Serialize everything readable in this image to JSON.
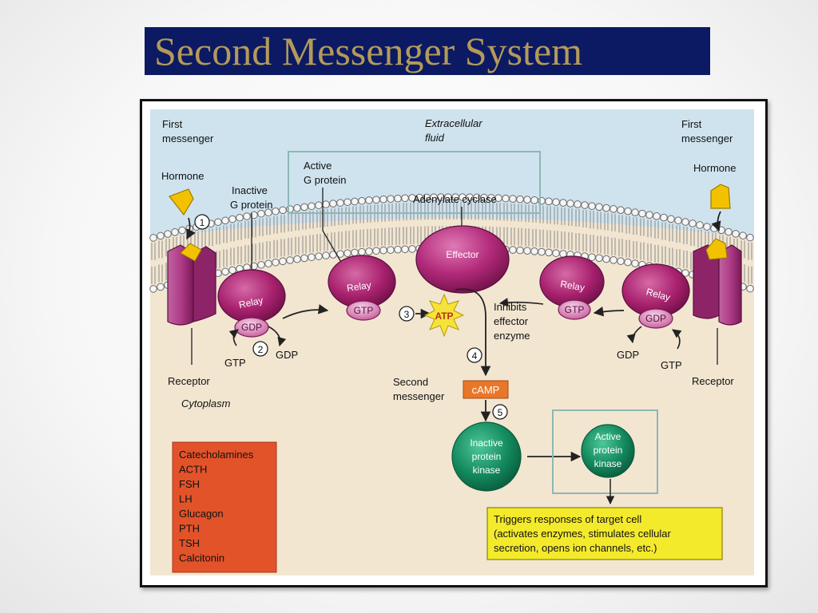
{
  "slide": {
    "title": "Second Messenger System"
  },
  "diagram": {
    "labels": {
      "first_messenger_left_1": "First",
      "first_messenger_left_2": "messenger",
      "first_messenger_right_1": "First",
      "first_messenger_right_2": "messenger",
      "extracellular_1": "Extracellular",
      "extracellular_2": "fluid",
      "hormone_left": "Hormone",
      "hormone_right": "Hormone",
      "inactive_g_1": "Inactive",
      "inactive_g_2": "G protein",
      "active_g_1": "Active",
      "active_g_2": "G protein",
      "adenylate_cyclase": "Adenylate cyclase",
      "effector": "Effector",
      "relay": "Relay",
      "gdp": "GDP",
      "gtp": "GTP",
      "atp": "ATP",
      "inhibits_1": "Inhibits",
      "inhibits_2": "effector",
      "inhibits_3": "enzyme",
      "receptor_left": "Receptor",
      "receptor_right": "Receptor",
      "cytoplasm": "Cytoplasm",
      "second_messenger_1": "Second",
      "second_messenger_2": "messenger",
      "camp": "cAMP",
      "inactive_kinase_1": "Inactive",
      "inactive_kinase_2": "protein",
      "inactive_kinase_3": "kinase",
      "active_kinase_1": "Active",
      "active_kinase_2": "protein",
      "active_kinase_3": "kinase",
      "triggers_1": "Triggers responses of target cell",
      "triggers_2": "(activates enzymes, stimulates cellular",
      "triggers_3": "secretion, opens ion channels, etc.)",
      "step_1": "1",
      "step_2": "2",
      "step_3": "3",
      "step_4": "4",
      "step_5": "5"
    },
    "hormones": [
      "Catecholamines",
      "ACTH",
      "FSH",
      "LH",
      "Glucagon",
      "PTH",
      "TSH",
      "Calcitonin"
    ]
  }
}
